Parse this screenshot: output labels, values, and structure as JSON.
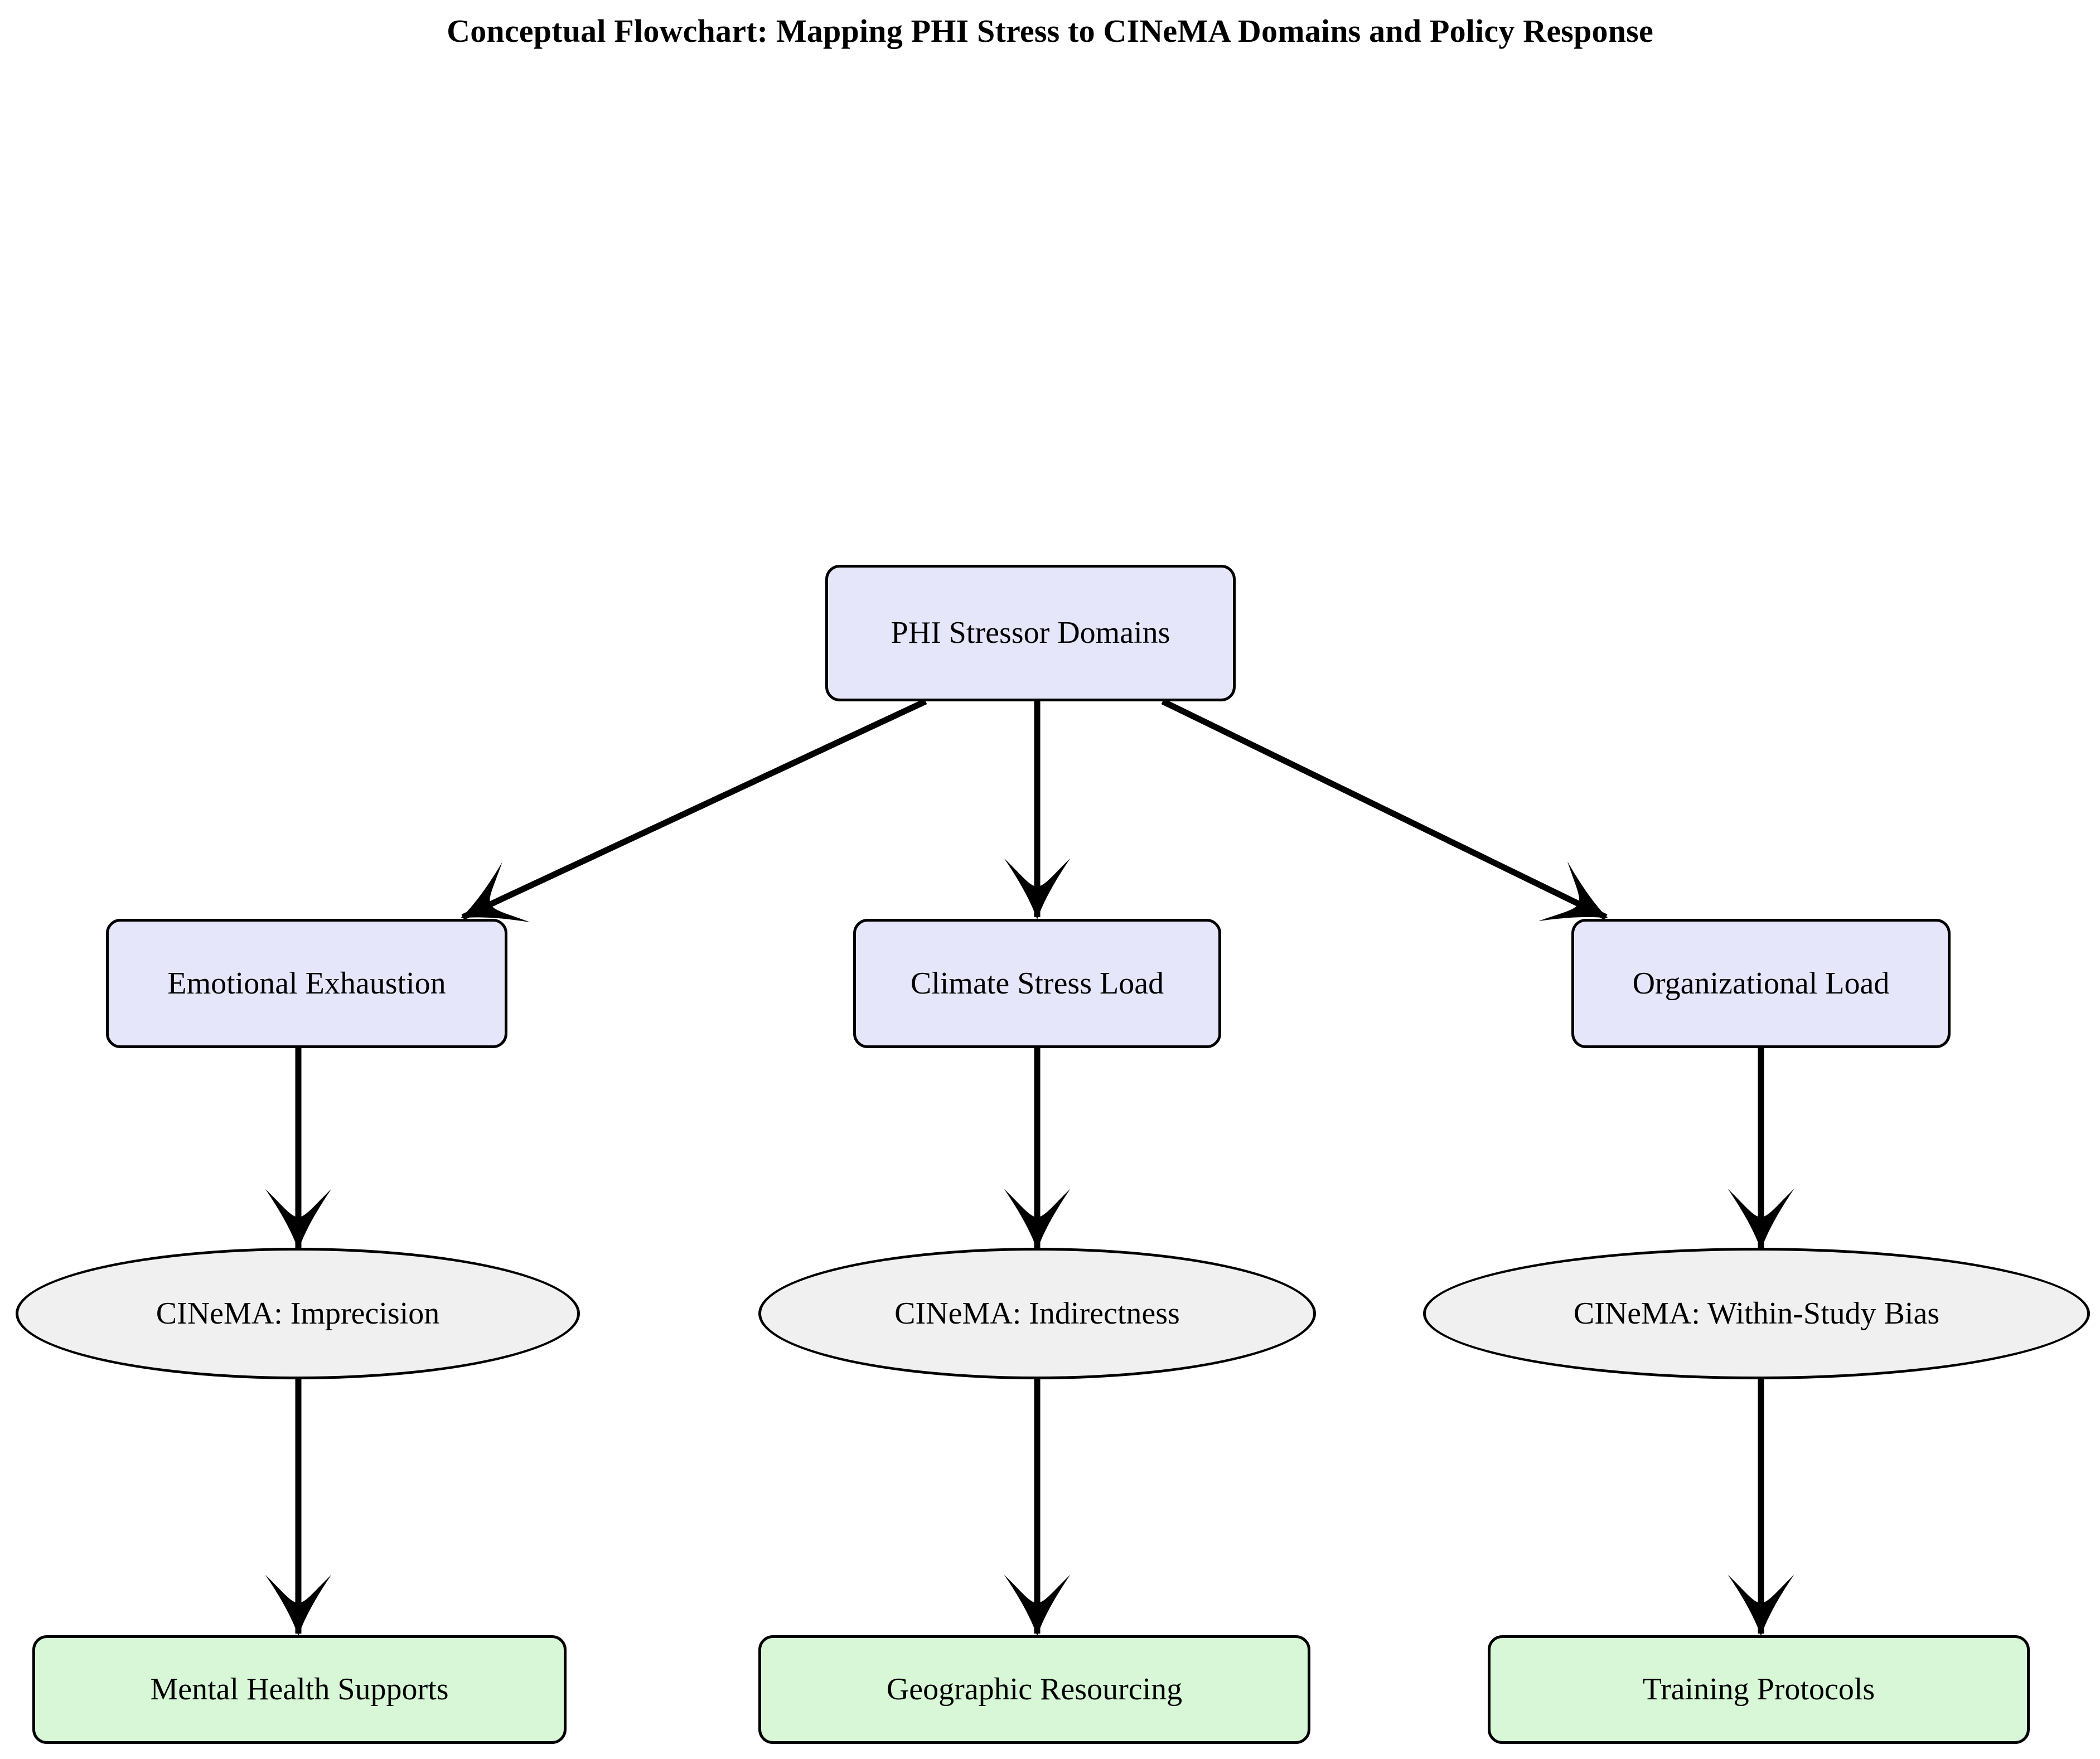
{
  "title": "Conceptual Flowchart: Mapping PHI Stress to CINeMA Domains and Policy Response",
  "colors": {
    "stressor_fill": "#E6E6FA",
    "cinema_fill": "#F0F0F0",
    "policy_fill": "#D7F7D7",
    "border": "#000000",
    "edge": "#000000",
    "background": "#FFFFFF",
    "text": "#000000"
  },
  "nodes": {
    "root": {
      "id": "phi-stressor-domains",
      "label": "PHI Stressor Domains",
      "shape": "rounded-rectangle",
      "layer": "source"
    },
    "stressors": [
      {
        "id": "emotional-exhaustion",
        "label": "Emotional Exhaustion",
        "shape": "rounded-rectangle",
        "layer": "stressor-domain"
      },
      {
        "id": "climate-stress-load",
        "label": "Climate Stress Load",
        "shape": "rounded-rectangle",
        "layer": "stressor-domain"
      },
      {
        "id": "organizational-load",
        "label": "Organizational Load",
        "shape": "rounded-rectangle",
        "layer": "stressor-domain"
      }
    ],
    "cinema_domains": [
      {
        "id": "cinema-imprecision",
        "label": "CINeMA: Imprecision",
        "shape": "ellipse",
        "layer": "cinema-domain"
      },
      {
        "id": "cinema-indirectness",
        "label": "CINeMA: Indirectness",
        "shape": "ellipse",
        "layer": "cinema-domain"
      },
      {
        "id": "cinema-within-study-bias",
        "label": "CINeMA: Within-Study Bias",
        "shape": "ellipse",
        "layer": "cinema-domain"
      }
    ],
    "policies": [
      {
        "id": "mental-health-supports",
        "label": "Mental Health Supports",
        "shape": "rounded-rectangle",
        "layer": "policy-response"
      },
      {
        "id": "geographic-resourcing",
        "label": "Geographic Resourcing",
        "shape": "rounded-rectangle",
        "layer": "policy-response"
      },
      {
        "id": "training-protocols",
        "label": "Training Protocols",
        "shape": "rounded-rectangle",
        "layer": "policy-response"
      }
    ]
  },
  "edges": [
    {
      "from": "phi-stressor-domains",
      "to": "emotional-exhaustion",
      "style": "solid-arrow"
    },
    {
      "from": "phi-stressor-domains",
      "to": "climate-stress-load",
      "style": "solid-arrow"
    },
    {
      "from": "phi-stressor-domains",
      "to": "organizational-load",
      "style": "solid-arrow"
    },
    {
      "from": "emotional-exhaustion",
      "to": "cinema-imprecision",
      "style": "solid-arrow"
    },
    {
      "from": "climate-stress-load",
      "to": "cinema-indirectness",
      "style": "solid-arrow"
    },
    {
      "from": "organizational-load",
      "to": "cinema-within-study-bias",
      "style": "solid-arrow"
    },
    {
      "from": "cinema-imprecision",
      "to": "mental-health-supports",
      "style": "solid-arrow"
    },
    {
      "from": "cinema-indirectness",
      "to": "geographic-resourcing",
      "style": "solid-arrow"
    },
    {
      "from": "cinema-within-study-bias",
      "to": "training-protocols",
      "style": "solid-arrow"
    }
  ]
}
